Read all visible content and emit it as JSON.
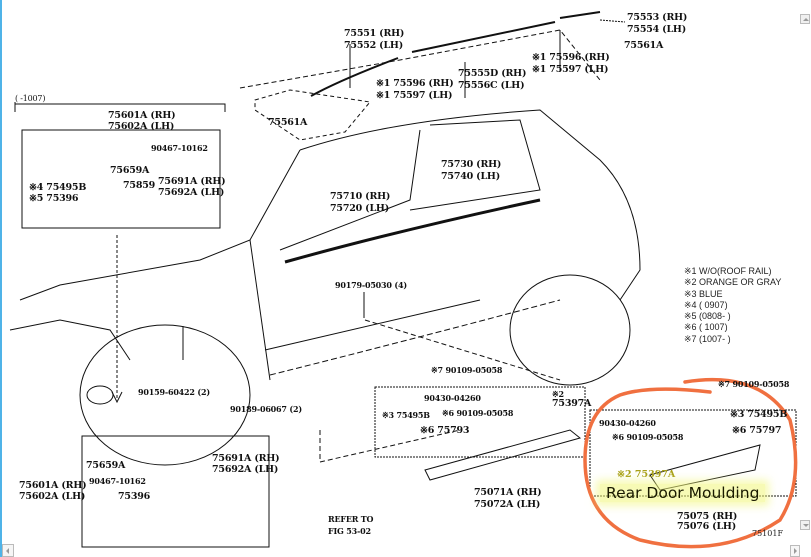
{
  "diagram": {
    "figure_id": "75101F",
    "callout_note": "Rear Door Moulding",
    "highlight_color": "#f07040",
    "labels": {
      "roof_rear_rh": "75553 (RH)",
      "roof_rear_lh": "75554 (LH)",
      "roof_rear_clip": "75561A",
      "roof_front_rh": "75551 (RH)",
      "roof_front_lh": "75552 (LH)",
      "roof_cover_rh_1": "※1 75596 (RH)",
      "roof_cover_lh_1": "※1 75597 (LH)",
      "roof_mid_rh": "75555D (RH)",
      "roof_mid_lh": "75556C (LH)",
      "roof_cover_rh_2": "※1 75596 (RH)",
      "roof_cover_lh_2": "※1 75597 (LH)",
      "roof_front_clip": "75561A",
      "inset_top_range": "(      -1007)",
      "inset_top_rh": "75601A (RH)",
      "inset_top_lh": "75602A (LH)",
      "inset_top_screw": "90467-10162",
      "inset_top_clip": "75659A",
      "inset_top_part": "75859",
      "inset_top_bracket_rh": "75691A (RH)",
      "inset_top_bracket_lh": "75692A (LH)",
      "inset_top_opt4": "※4 75495B",
      "inset_top_opt5": "※5 75396",
      "front_door_rh": "75710 (RH)",
      "front_door_lh": "75720 (LH)",
      "rear_door_rh": "75730 (RH)",
      "rear_door_lh": "75740 (LH)",
      "clip_4": "90179-05030 (4)",
      "front_screw": "90159-60422 (2)",
      "front_nut": "90189-06067 (2)",
      "rocker_screw_top": "※7 90109-05058",
      "rocker_clip": "90430-04260",
      "rocker_opt2": "※2",
      "rocker_part": "75397A",
      "rocker_opt3": "※3 75495B",
      "rocker_screw_6": "※6 90109-05058",
      "rocker_opt6": "※6 75793",
      "rocker_rh": "75071A (RH)",
      "rocker_lh": "75072A (LH)",
      "inset_bot_clip": "75659A",
      "inset_bot_screw": "90467-10162",
      "inset_bot_part": "75396",
      "inset_bot_rh": "75601A (RH)",
      "inset_bot_lh": "75602A (LH)",
      "inset_bot_bracket_rh": "75691A (RH)",
      "inset_bot_bracket_lh": "75692A (LH)",
      "refer_to_1": "REFER TO",
      "refer_to_2": "FIG 53-02",
      "rear_screw_top": "※7 90109-05058",
      "rear_clip": "90430-04260",
      "rear_opt3": "※3 75495B",
      "rear_screw_6": "※6 90109-05058",
      "rear_opt6": "※6 75797",
      "rear_opt2": "※2 75397A",
      "rear_rh": "75075 (RH)",
      "rear_lh": "75076 (LH)"
    },
    "legend": [
      "※1 W/O(ROOF RAIL)",
      "※2 ORANGE OR GRAY",
      "※3 BLUE",
      "※4 (        0907)",
      "※5 (0808-       )",
      "※6 (        1007)",
      "※7 (1007-       )"
    ]
  }
}
